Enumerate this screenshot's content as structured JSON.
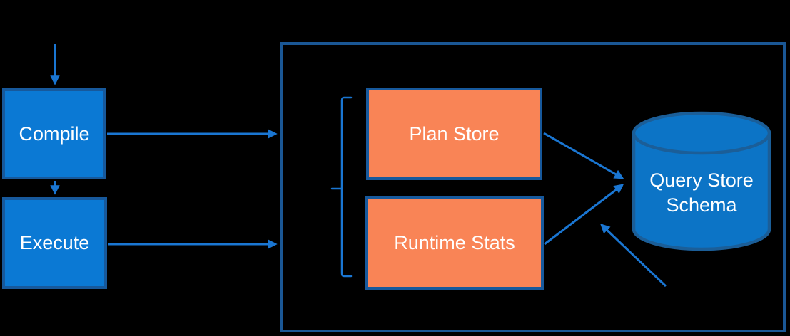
{
  "colors": {
    "background": "#000000",
    "box_blue_fill": "#0b79d4",
    "box_border": "#17599c",
    "container_border": "#1a5795",
    "orange_fill": "#f98456",
    "cylinder_fill": "#0c74c6",
    "cylinder_border": "#1b5e98",
    "arrow": "#1a76d2",
    "text": "#ffffff"
  },
  "nodes": {
    "compile": {
      "label": "Compile"
    },
    "execute": {
      "label": "Execute"
    },
    "plan_store": {
      "label": "Plan Store"
    },
    "runtime_stats": {
      "label": "Runtime Stats"
    },
    "query_store_schema": {
      "label": "Query Store Schema"
    }
  },
  "edges": [
    {
      "from": "external-top",
      "to": "compile"
    },
    {
      "from": "compile",
      "to": "execute"
    },
    {
      "from": "compile",
      "to": "container"
    },
    {
      "from": "execute",
      "to": "container"
    },
    {
      "from": "plan_store",
      "to": "query_store_schema"
    },
    {
      "from": "runtime_stats",
      "to": "query_store_schema"
    },
    {
      "from": "external-bottom-right",
      "to": "query_store_schema"
    }
  ]
}
